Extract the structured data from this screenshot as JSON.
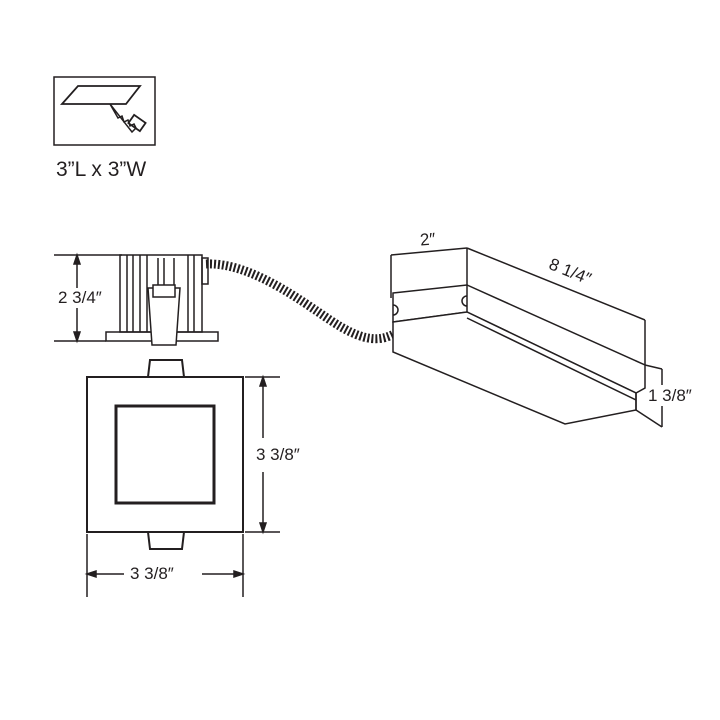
{
  "install_icon": {
    "name": "ceiling-cutout-saw-icon",
    "caption": "3”L x 3”W"
  },
  "dimensions": {
    "fixture_height": "2 3/4″",
    "trim_height": "3 3/8″",
    "trim_width": "3 3/8″",
    "junction_box_width": "2″",
    "junction_box_length": "8 1/4″",
    "junction_box_height": "1 3/8″"
  },
  "colors": {
    "line": "#231f20",
    "background": "#ffffff"
  }
}
